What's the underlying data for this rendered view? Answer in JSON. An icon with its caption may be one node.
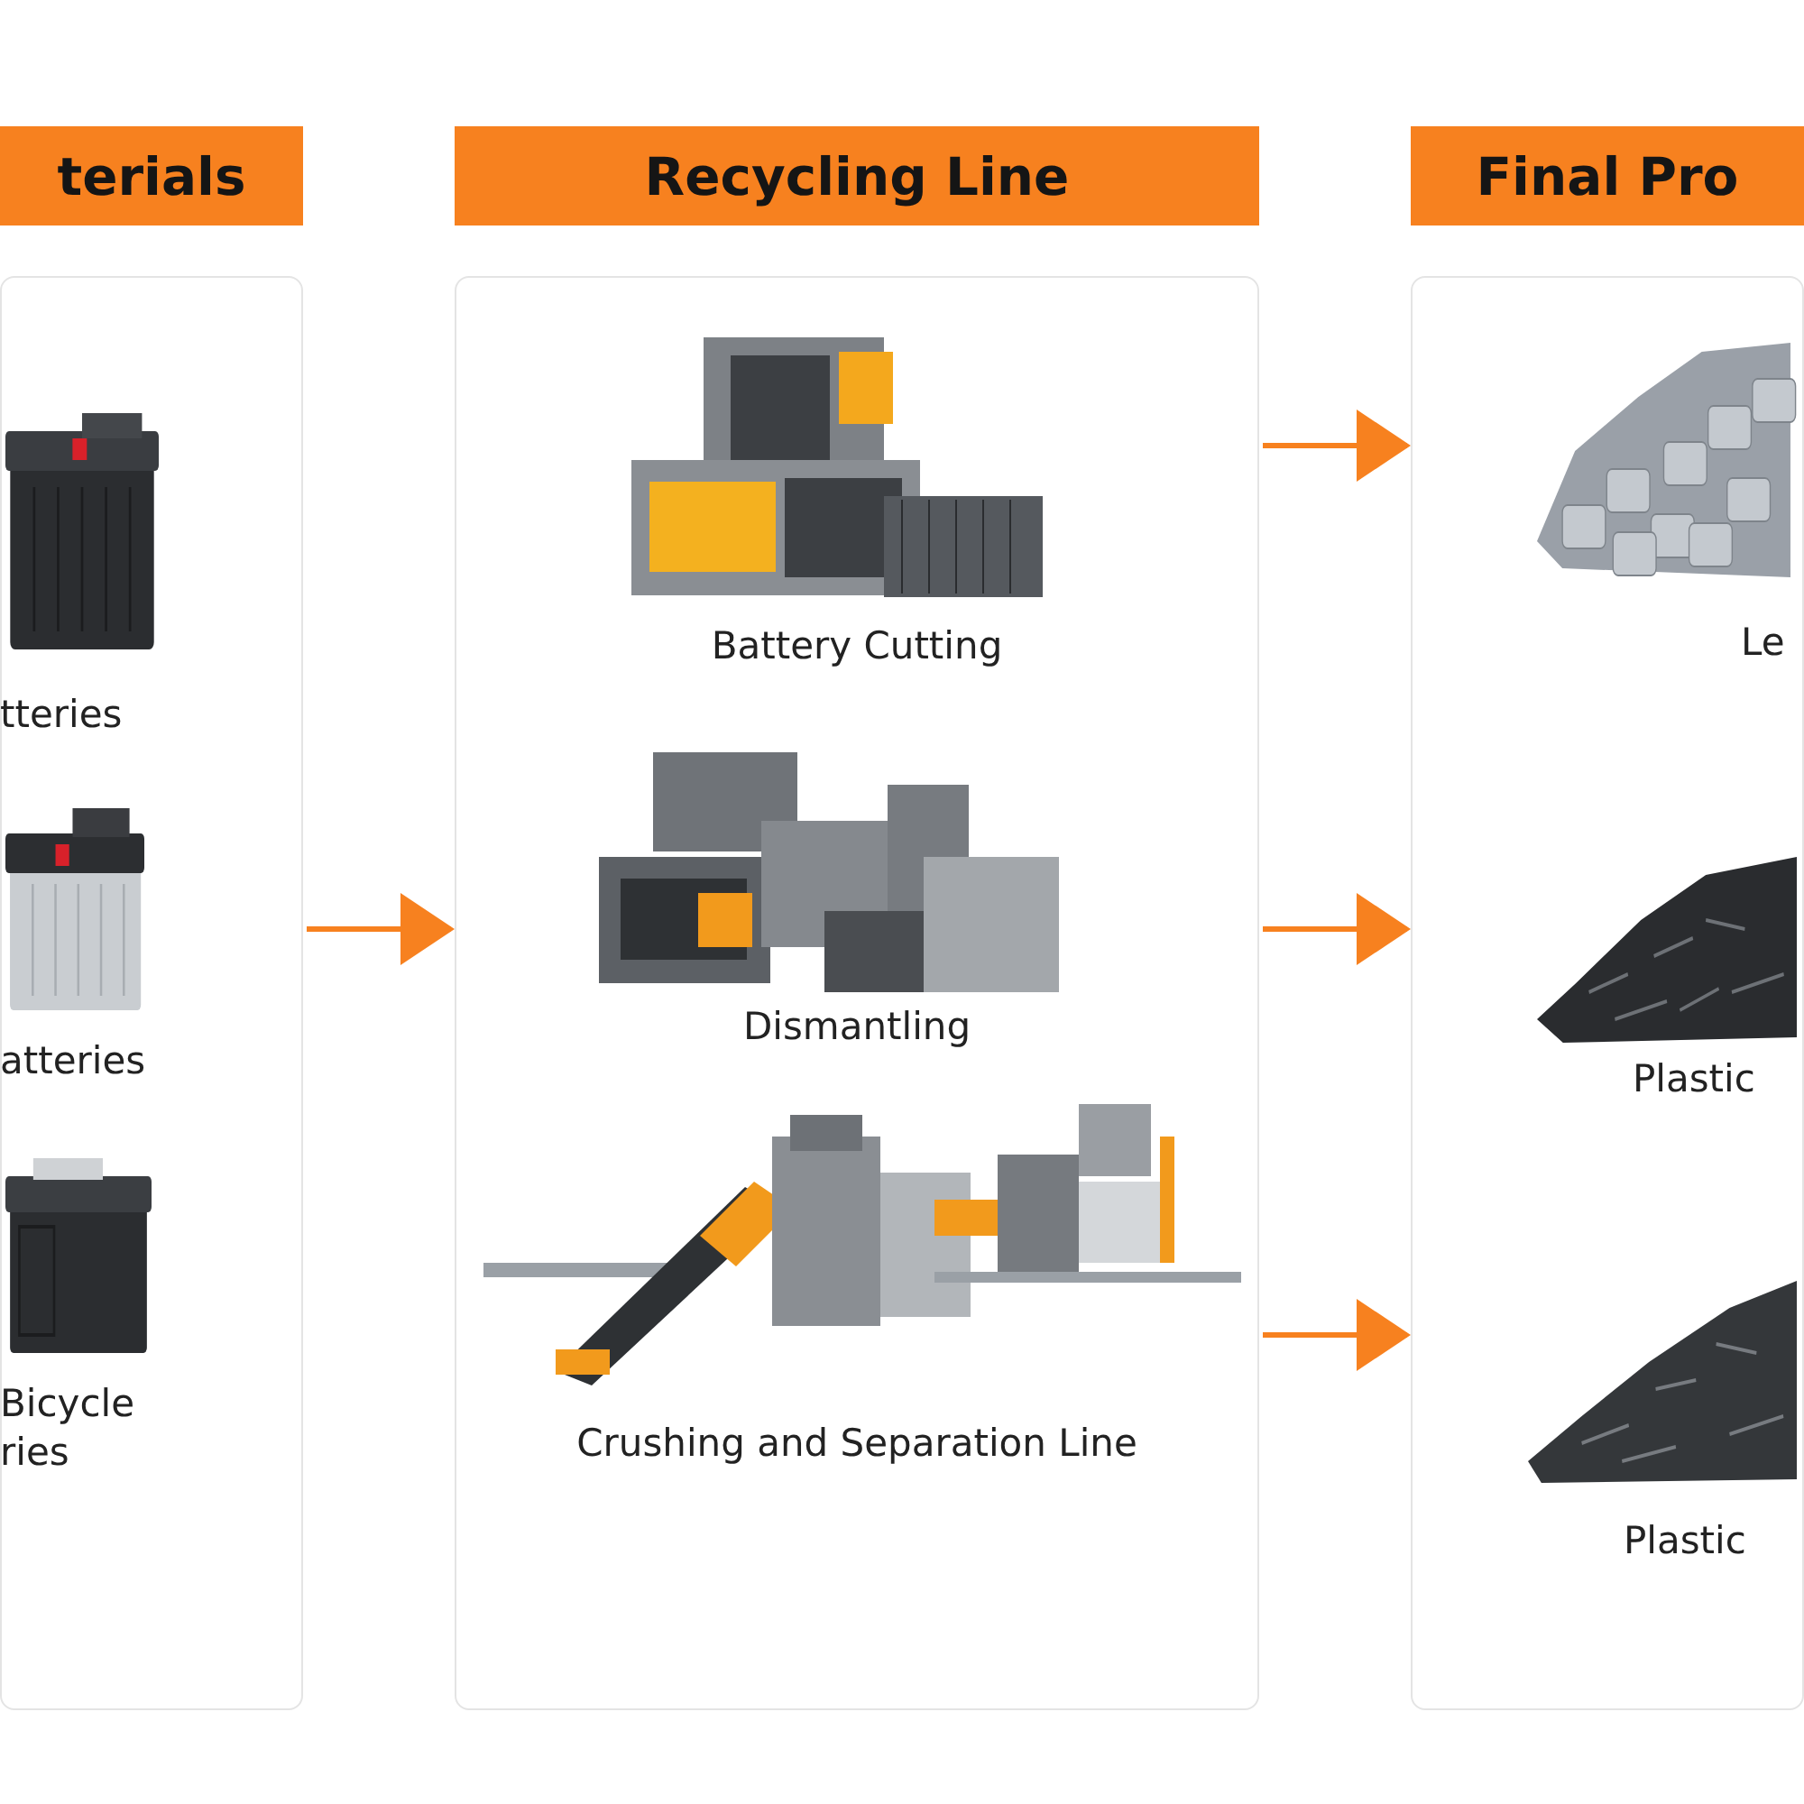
{
  "diagram": {
    "nodes": [
      {
        "text": [
          "terials"
        ]
      },
      {
        "text": [
          "tteries"
        ],
        "in": 0
      },
      {
        "text": [
          "atteries"
        ],
        "in": 0
      },
      {
        "text": [
          "Bicycle ries"
        ],
        "in": 0
      },
      {
        "text": [
          "Recycling Line"
        ]
      },
      {
        "text": [
          "Battery Cutting"
        ],
        "in": 4
      },
      {
        "text": [
          "Dismantling"
        ],
        "in": 4
      },
      {
        "text": [
          "Crushing and Separation Line"
        ],
        "in": 4
      },
      {
        "text": [
          "Final Pro"
        ]
      },
      {
        "text": [
          "Le"
        ],
        "in": 8
      },
      {
        "text": [
          "Plastic"
        ],
        "in": 8
      },
      {
        "text": [
          "Plastic"
        ],
        "in": 8
      }
    ],
    "edges": [
      {
        "from": 0,
        "to": 4,
        "arrow": "to"
      },
      {
        "from": 4,
        "to": 8,
        "arrow": "to"
      },
      {
        "from": 4,
        "to": 8,
        "arrow": "to"
      },
      {
        "from": 4,
        "to": 8,
        "arrow": "to"
      }
    ]
  }
}
